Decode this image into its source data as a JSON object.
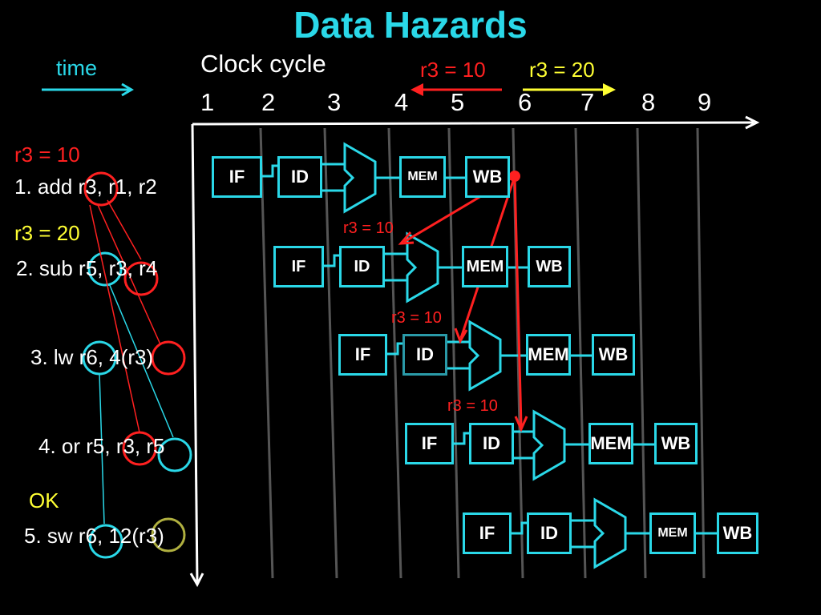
{
  "slide": {
    "title": "Data Hazards",
    "time_label": "time",
    "clock_cycle_label": "Clock cycle",
    "cycles": [
      "1",
      "2",
      "3",
      "4",
      "5",
      "6",
      "7",
      "8",
      "9"
    ],
    "top_annotations": [
      "r3 = 10",
      "r3 = 20"
    ]
  },
  "instructions": [
    {
      "text": "1. add r3, r1, r2",
      "note": "r3 = 10",
      "note_color": "#ff2020"
    },
    {
      "text": "2. sub r5, r3, r4",
      "note": "r3 = 20",
      "note_color": "#ffff33"
    },
    {
      "text": "3. lw r6, 4(r3)",
      "note": ""
    },
    {
      "text": "4. or r5, r3, r5",
      "note": ""
    },
    {
      "text": "5. sw r6, 12(r3)",
      "note": "OK",
      "note_color": "#ffff33"
    }
  ],
  "pipeline_stage_labels": {
    "if": "IF",
    "id": "ID",
    "mem": "MEM",
    "wb": "WB"
  },
  "forward_labels": [
    "r3 = 10",
    "r3 = 10",
    "r3 = 10"
  ],
  "colors": {
    "accent": "#2ad8e8",
    "hazard": "#ff2020",
    "ok": "#ffff33",
    "gridline": "#555555"
  }
}
